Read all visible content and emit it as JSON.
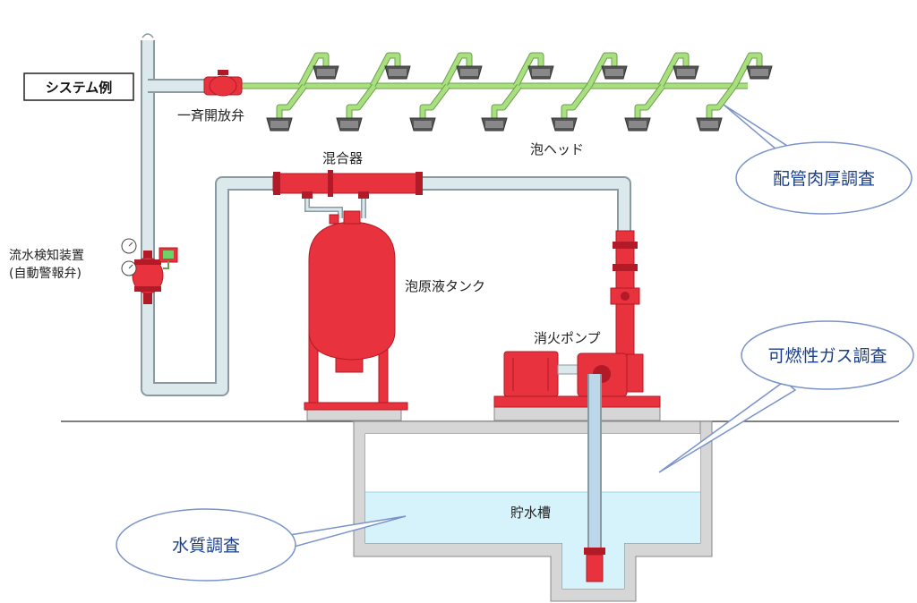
{
  "title_box": "システム例",
  "labels": {
    "deluge_valve": "一斉開放弁",
    "mixer": "混合器",
    "foam_head": "泡ヘッド",
    "flow_detector_line1": "流水検知装置",
    "flow_detector_line2": "(自動警報弁)",
    "foam_tank": "泡原液タンク",
    "fire_pump": "消火ポンプ",
    "water_tank": "貯水槽"
  },
  "callouts": {
    "pipe_thickness": "配管肉厚調査",
    "flammable_gas": "可燃性ガス調査",
    "water_quality": "水質調査"
  },
  "colors": {
    "pipe_fill": "#dce9ec",
    "pipe_stroke": "#8a9aa0",
    "branch_green": "#a9e07e",
    "equipment_red": "#e8333f",
    "equipment_dark": "#b11a26",
    "water": "#d6f2fb",
    "concrete": "#d6d6d6",
    "callout_stroke": "#7a93c9"
  }
}
